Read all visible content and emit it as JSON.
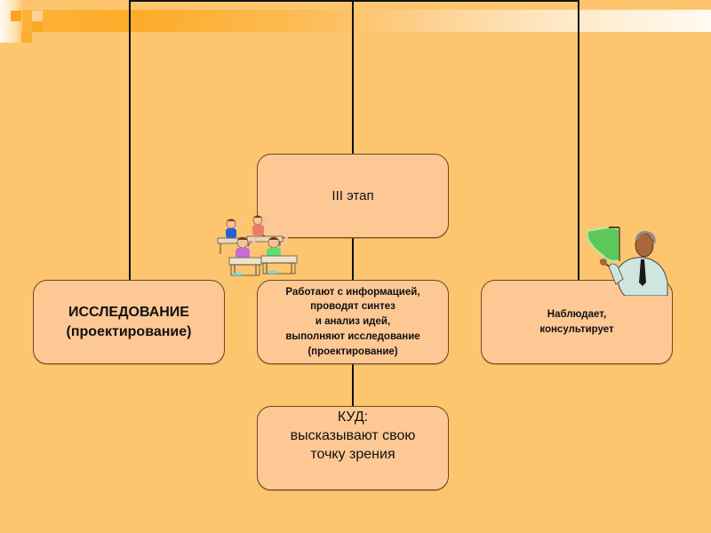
{
  "diagram": {
    "stage_box": {
      "text": "III этап"
    },
    "research_box": {
      "text": "ИССЛЕДОВАНИЕ\n(проектирование)"
    },
    "students_box": {
      "text": "Работают с информацией,\nпроводят синтез\nи анализ идей,\nвыполняют исследование\n(проектирование)"
    },
    "teacher_box": {
      "text": "Наблюдает,\nконсультирует"
    },
    "kud_box": {
      "text": "КУД:\nвысказывают свою\nточку зрения"
    },
    "clipart": {
      "students": "students-raising-hands-icon",
      "teacher": "teacher-with-board-icon"
    }
  },
  "colors": {
    "background": "#fdc66e",
    "box_fill": "#fec895",
    "box_border": "#6b4a22",
    "connector": "#111111",
    "band_orange": "#fdab2a"
  }
}
